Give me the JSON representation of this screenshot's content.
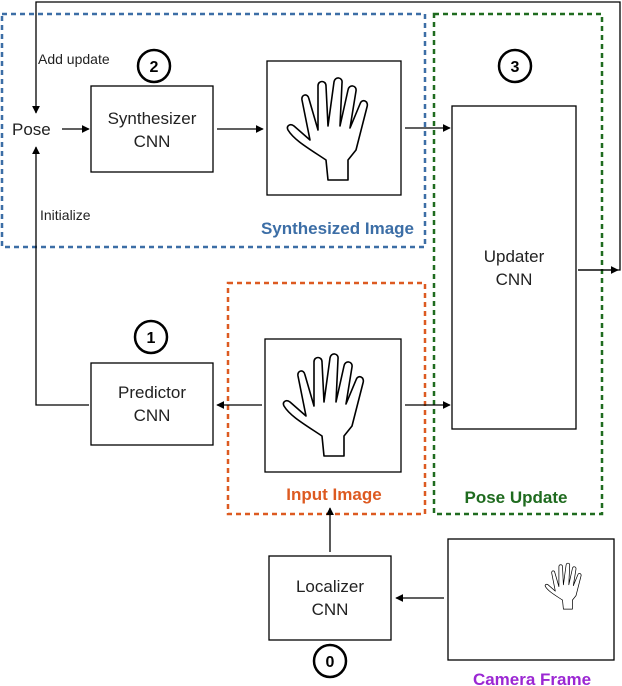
{
  "labels": {
    "pose": "Pose",
    "add_update": "Add update",
    "initialize": "Initialize",
    "synthesizer_line1": "Synthesizer",
    "synthesizer_line2": "CNN",
    "predictor_line1": "Predictor",
    "predictor_line2": "CNN",
    "updater_line1": "Updater",
    "updater_line2": "CNN",
    "localizer_line1": "Localizer",
    "localizer_line2": "CNN"
  },
  "steps": {
    "n0": "0",
    "n1": "1",
    "n2": "2",
    "n3": "3"
  },
  "groups": {
    "synthesized_image": {
      "label": "Synthesized Image",
      "color": "#3c6ea6"
    },
    "input_image": {
      "label": "Input Image",
      "color": "#dd5a21"
    },
    "pose_update": {
      "label": "Pose Update",
      "color": "#1f6b1f"
    },
    "camera_frame": {
      "label": "Camera Frame",
      "color": "#9b27d3"
    }
  }
}
